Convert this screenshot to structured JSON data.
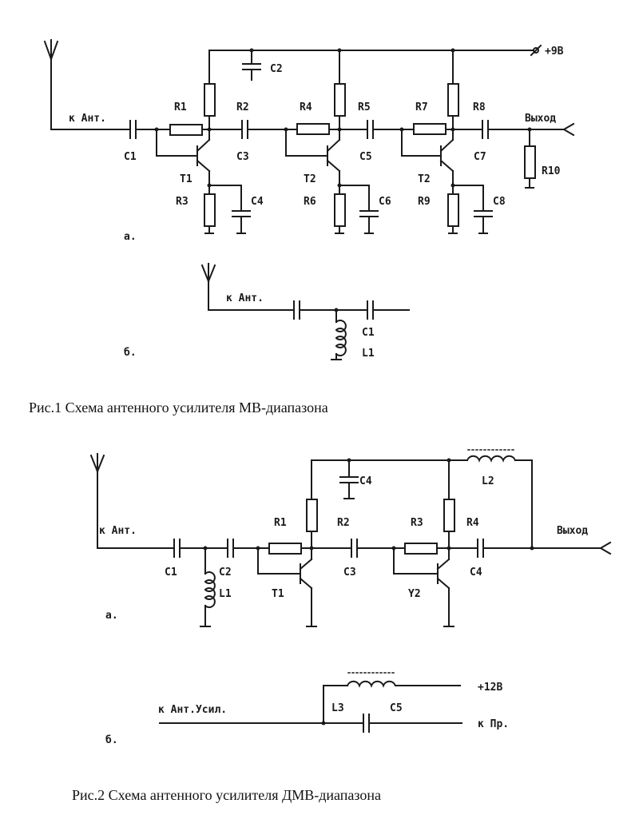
{
  "figure1": {
    "schematic_a": {
      "supply_label": "+9В",
      "antenna_label": "к Ант.",
      "output_label": "Выход",
      "panel_label": "а.",
      "components": {
        "C1": "C1",
        "C2": "C2",
        "C3": "C3",
        "C4": "C4",
        "C5": "C5",
        "C6": "C6",
        "C7": "C7",
        "C8": "C8",
        "R1": "R1",
        "R2": "R2",
        "R3": "R3",
        "R4": "R4",
        "R5": "R5",
        "R6": "R6",
        "R7": "R7",
        "R8": "R8",
        "R9": "R9",
        "R10": "R10",
        "T1": "T1",
        "T2a": "T2",
        "T2b": "T2"
      }
    },
    "schematic_b": {
      "antenna_label": "к Ант.",
      "panel_label": "б.",
      "components": {
        "C1": "C1",
        "L1": "L1"
      }
    },
    "caption": "Рис.1 Схема антенного усилителя МВ-диапазона"
  },
  "figure2": {
    "schematic_a": {
      "antenna_label": "к Ант.",
      "output_label": "Выход",
      "panel_label": "а.",
      "components": {
        "C1": "C1",
        "C2": "C2",
        "C3": "C3",
        "C4_supply": "C4",
        "C4_out": "C4",
        "L1": "L1",
        "L2": "L2",
        "R1": "R1",
        "R2": "R2",
        "R3": "R3",
        "R4": "R4",
        "T1": "T1",
        "T2": "Y2"
      }
    },
    "schematic_b": {
      "input_label": "к Ант.Усил.",
      "supply_label": "+12В",
      "receiver_label": "к Пр.",
      "panel_label": "б.",
      "components": {
        "L3": "L3",
        "C5": "C5"
      }
    },
    "caption": "Рис.2 Схема антенного усилителя ДМВ-диапазона"
  }
}
